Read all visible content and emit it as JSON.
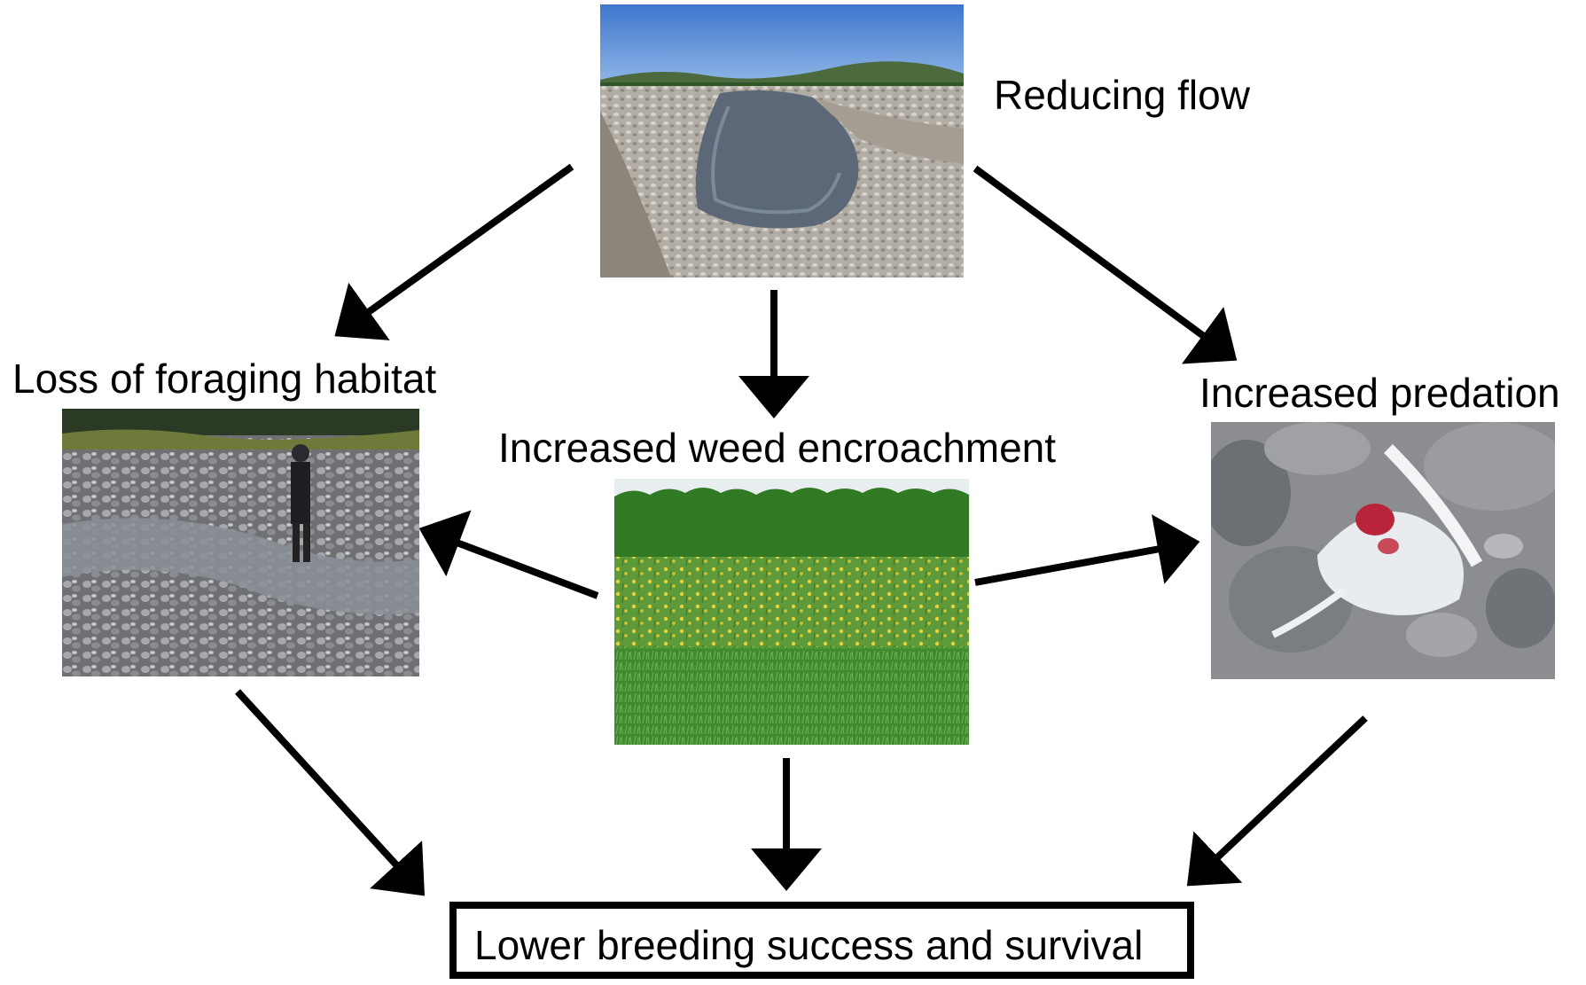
{
  "nodes": {
    "reducing_flow": {
      "label": "Reducing flow"
    },
    "loss_foraging": {
      "label": "Loss of foraging habitat"
    },
    "weed": {
      "label": "Increased weed encroachment"
    },
    "predation": {
      "label": "Increased predation"
    },
    "outcome": {
      "label": "Lower breeding success and survival"
    }
  },
  "colors": {
    "arrow": "#000000",
    "sky": "#5b8fd6",
    "gravel": "#a9a39a",
    "water": "#5e6a78",
    "vegetation": "#3f8a2e",
    "flowers": "#e8d02a",
    "stones": "#7e7e82"
  }
}
